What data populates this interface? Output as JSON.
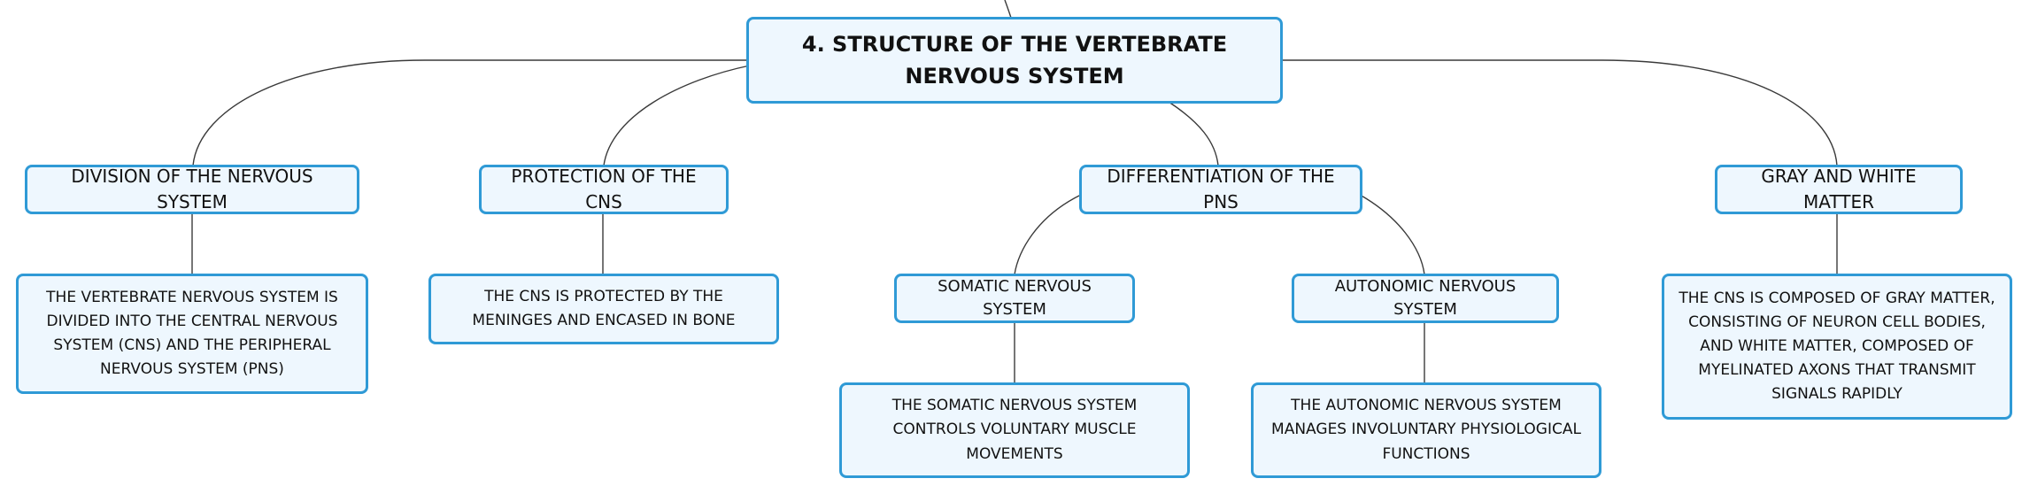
{
  "root": {
    "label": "4. STRUCTURE OF THE VERTEBRATE NERVOUS SYSTEM"
  },
  "branches": [
    {
      "label": "DIVISION OF THE NERVOUS SYSTEM",
      "detail": "THE VERTEBRATE NERVOUS SYSTEM IS DIVIDED INTO THE CENTRAL NERVOUS SYSTEM (CNS) AND THE PERIPHERAL NERVOUS SYSTEM (PNS)"
    },
    {
      "label": "PROTECTION OF THE CNS",
      "detail": "THE CNS IS PROTECTED BY THE MENINGES AND ENCASED IN BONE"
    },
    {
      "label": "DIFFERENTIATION OF THE PNS",
      "children": [
        {
          "label": "SOMATIC NERVOUS SYSTEM",
          "detail": "THE SOMATIC NERVOUS SYSTEM CONTROLS VOLUNTARY MUSCLE MOVEMENTS"
        },
        {
          "label": "AUTONOMIC NERVOUS SYSTEM",
          "detail": "THE AUTONOMIC NERVOUS SYSTEM MANAGES INVOLUNTARY PHYSIOLOGICAL FUNCTIONS"
        }
      ]
    },
    {
      "label": "GRAY AND WHITE MATTER",
      "detail": "THE CNS IS COMPOSED OF GRAY MATTER, CONSISTING OF NEURON CELL BODIES, AND WHITE MATTER, COMPOSED OF MYELINATED AXONS THAT TRANSMIT SIGNALS RAPIDLY"
    }
  ]
}
